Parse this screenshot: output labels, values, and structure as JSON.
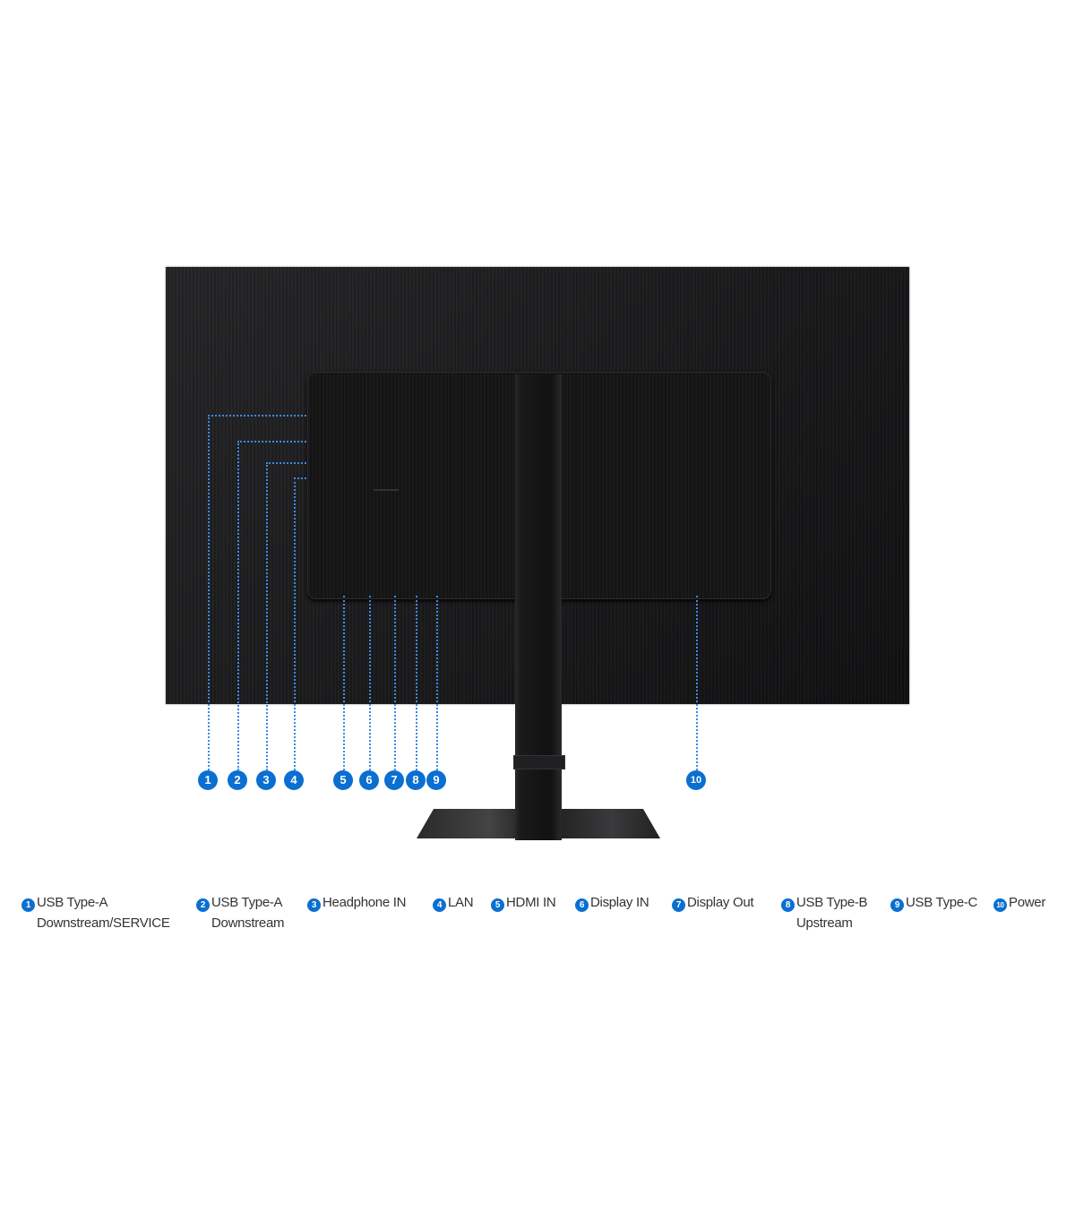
{
  "figure": {
    "subject": "monitor-rear-view",
    "accent_color": "#0a6fd1",
    "callout_badges": [
      "1",
      "2",
      "3",
      "4",
      "5",
      "6",
      "7",
      "8",
      "9",
      "10"
    ]
  },
  "legend": [
    {
      "num": "1",
      "line1": "USB Type-A",
      "line2": "Downstream/SERVICE"
    },
    {
      "num": "2",
      "line1": "USB Type-A",
      "line2": "Downstream"
    },
    {
      "num": "3",
      "line1": "Headphone IN",
      "line2": ""
    },
    {
      "num": "4",
      "line1": "LAN",
      "line2": ""
    },
    {
      "num": "5",
      "line1": "HDMI IN",
      "line2": ""
    },
    {
      "num": "6",
      "line1": "Display IN",
      "line2": ""
    },
    {
      "num": "7",
      "line1": "Display Out",
      "line2": ""
    },
    {
      "num": "8",
      "line1": "USB Type-B",
      "line2": "Upstream"
    },
    {
      "num": "9",
      "line1": "USB Type-C",
      "line2": ""
    },
    {
      "num": "10",
      "line1": "Power",
      "line2": ""
    }
  ]
}
